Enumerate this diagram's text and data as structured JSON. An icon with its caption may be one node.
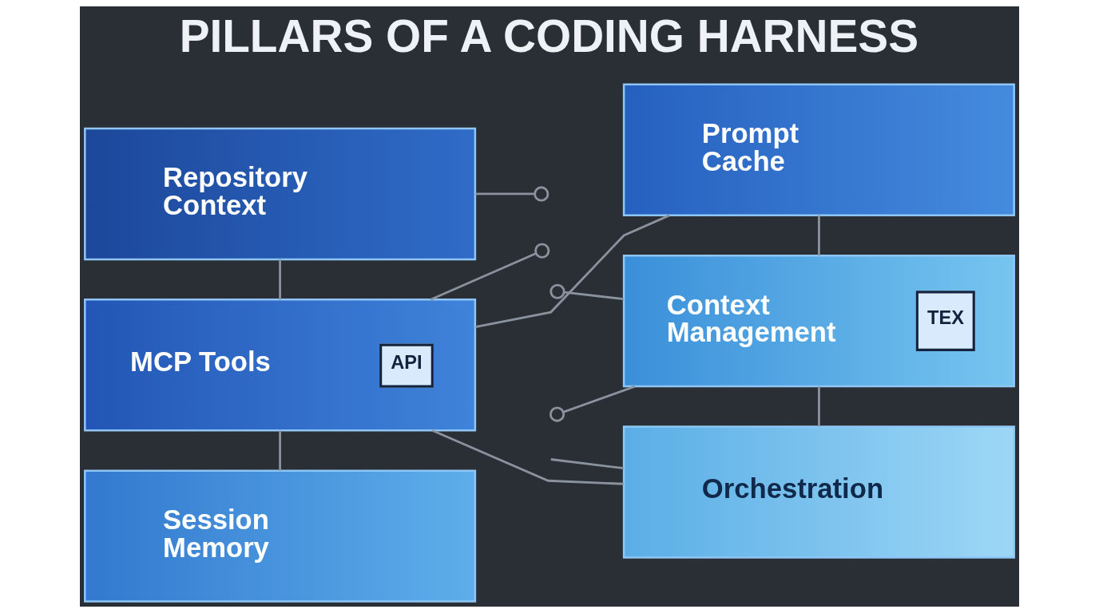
{
  "diagram": {
    "title": "PILLARS OF A CODING HARNESS",
    "nodes": [
      {
        "text": [
          "Repository Context"
        ]
      },
      {
        "text": [
          "MCP Tools",
          "API"
        ]
      },
      {
        "text": [
          "Session Memory"
        ]
      },
      {
        "text": [
          "Prompt Cache"
        ]
      },
      {
        "text": [
          "Context Management",
          "TEX"
        ]
      },
      {
        "text": [
          "Orchestration"
        ]
      }
    ],
    "edges": [
      {
        "from": 0,
        "to": 1,
        "arrow": "none"
      },
      {
        "from": 3,
        "to": 1,
        "arrow": "none"
      },
      {
        "from": 3,
        "to": 4,
        "arrow": "none"
      },
      {
        "from": 1,
        "to": 5,
        "arrow": "none"
      },
      {
        "from": 1,
        "to": 2,
        "arrow": "none"
      },
      {
        "from": 4,
        "to": 5,
        "arrow": "none"
      },
      {
        "from": 0,
        "to": null,
        "arrow": "other"
      },
      {
        "from": null,
        "to": 4,
        "arrow": "other"
      },
      {
        "from": null,
        "to": 4,
        "arrow": "other"
      },
      {
        "from": 1,
        "to": null,
        "arrow": "other"
      },
      {
        "from": null,
        "to": 5,
        "arrow": "none"
      }
    ]
  }
}
